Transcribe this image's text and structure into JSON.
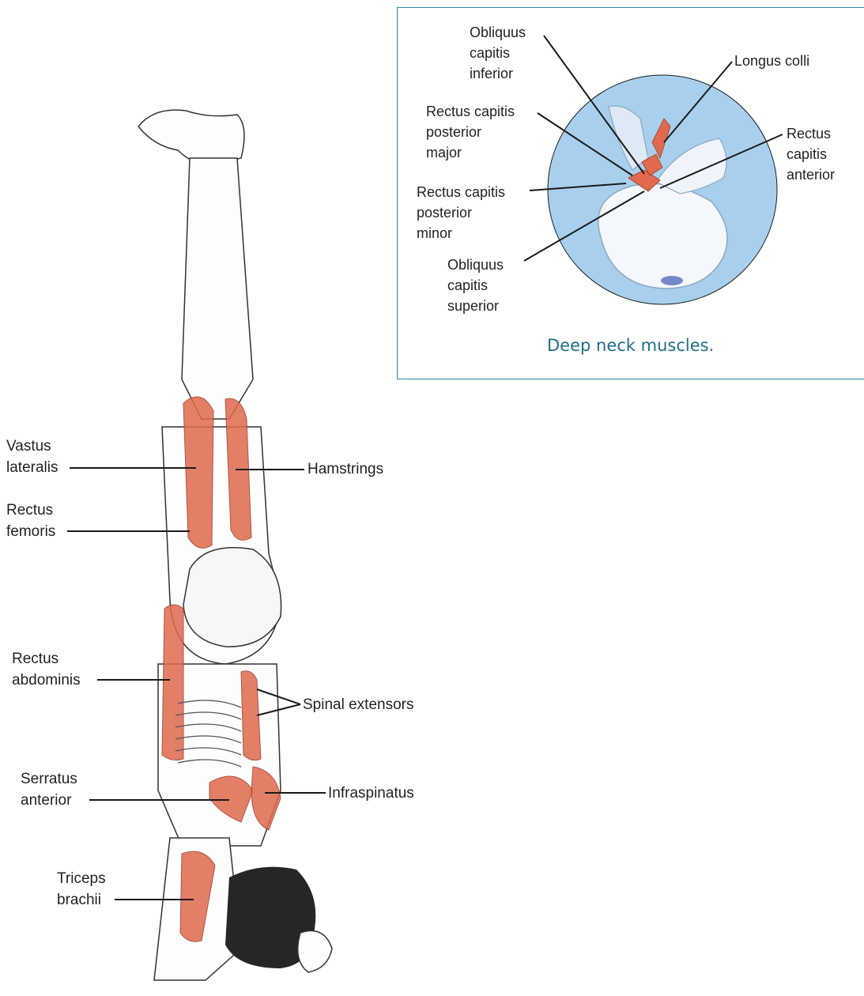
{
  "figure": {
    "labels": {
      "vastus_lateralis": "Vastus\nlateralis",
      "rectus_femoris": "Rectus\nfemoris",
      "hamstrings": "Hamstrings",
      "rectus_abdominis": "Rectus\nabdominis",
      "spinal_extensors": "Spinal extensors",
      "serratus_anterior": "Serratus\nanterior",
      "infraspinatus": "Infraspinatus",
      "triceps_brachii": "Triceps\nbrachii"
    }
  },
  "inset": {
    "caption": "Deep neck muscles.",
    "labels": {
      "obliquus_capitis_inferior": "Obliquus\ncapitis\ninferior",
      "longus_colli": "Longus colli",
      "rectus_capitis_posterior_major": "Rectus capitis\nposterior\nmajor",
      "rectus_capitis_anterior": "Rectus\ncapitis\nanterior",
      "rectus_capitis_posterior_minor": "Rectus capitis\nposterior\nminor",
      "obliquus_capitis_superior": "Obliquus\ncapitis\nsuperior"
    }
  },
  "colors": {
    "muscle": "#e06a4e",
    "inset_border": "#2b8b9e",
    "inset_circle": "#a8d0ee",
    "caption": "#1f6f86"
  }
}
